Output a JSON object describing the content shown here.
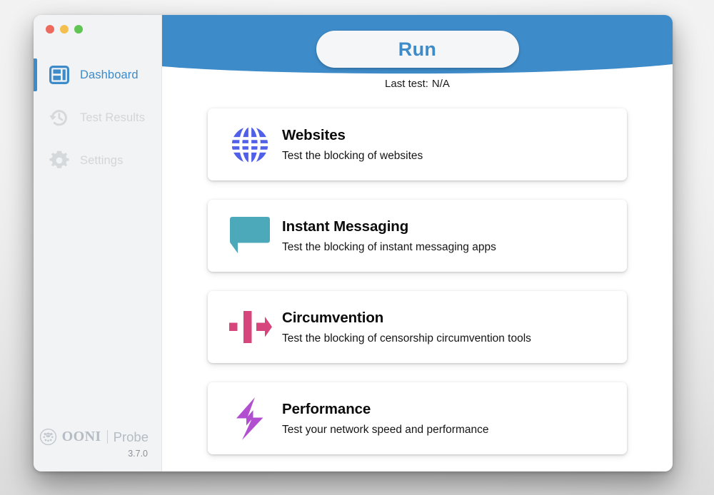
{
  "window": {
    "traffic_lights": [
      {
        "name": "close",
        "color": "#ed6a5e"
      },
      {
        "name": "minimize",
        "color": "#f4bf4f"
      },
      {
        "name": "maximize",
        "color": "#61c554"
      }
    ]
  },
  "sidebar": {
    "items": [
      {
        "label": "Dashboard",
        "icon": "dashboard-icon",
        "active": true,
        "color": "#3e8bc9"
      },
      {
        "label": "Test Results",
        "icon": "history-clock-icon",
        "active": false,
        "color": "#d2d6d9"
      },
      {
        "label": "Settings",
        "icon": "gear-icon",
        "active": false,
        "color": "#d2d6d9"
      }
    ],
    "brand": {
      "mark": "ooni-octopus-icon",
      "name": "OONI",
      "product": "Probe",
      "version": "3.7.0"
    }
  },
  "header": {
    "background_color": "#3e8bc9",
    "run_button_label": "Run",
    "last_test_label": "Last test:",
    "last_test_value": "N/A"
  },
  "tests": [
    {
      "title": "Websites",
      "description": "Test the blocking of websites",
      "icon": "globe-icon",
      "color": "#5160e8"
    },
    {
      "title": "Instant Messaging",
      "description": "Test the blocking of instant messaging apps",
      "icon": "chat-bubble-icon",
      "color": "#4ca9ba"
    },
    {
      "title": "Circumvention",
      "description": "Test the blocking of censorship circumvention tools",
      "icon": "circumvention-arrow-icon",
      "color": "#d6457b"
    },
    {
      "title": "Performance",
      "description": "Test your network speed and performance",
      "icon": "lightning-bolt-icon",
      "color": "#b24fd0"
    }
  ]
}
